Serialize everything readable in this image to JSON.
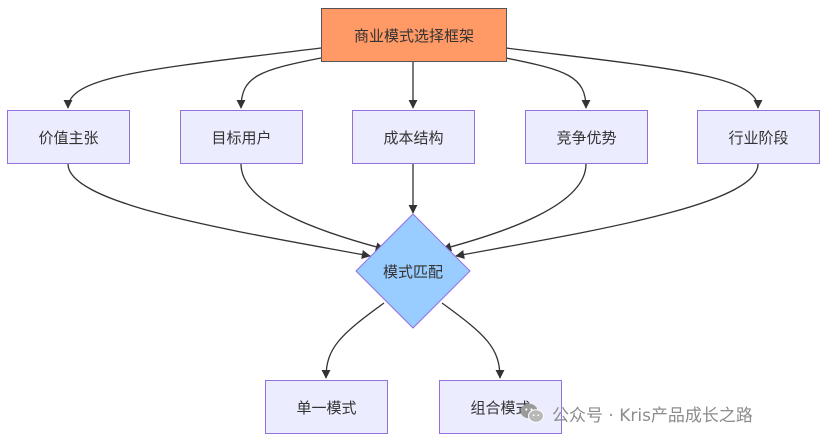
{
  "diagram": {
    "root": "商业模式选择框架",
    "factors": [
      "价值主张",
      "目标用户",
      "成本结构",
      "竞争优势",
      "行业阶段"
    ],
    "decision": "模式匹配",
    "outcomes": [
      "单一模式",
      "组合模式"
    ]
  },
  "watermark": {
    "text": "公众号 · Kris产品成长之路",
    "icon": "wechat-icon"
  },
  "colors": {
    "root_fill": "#FF9966",
    "node_fill": "#ECECFF",
    "node_border": "#9370DB",
    "decision_fill": "#99CCFF",
    "edge": "#333333"
  }
}
